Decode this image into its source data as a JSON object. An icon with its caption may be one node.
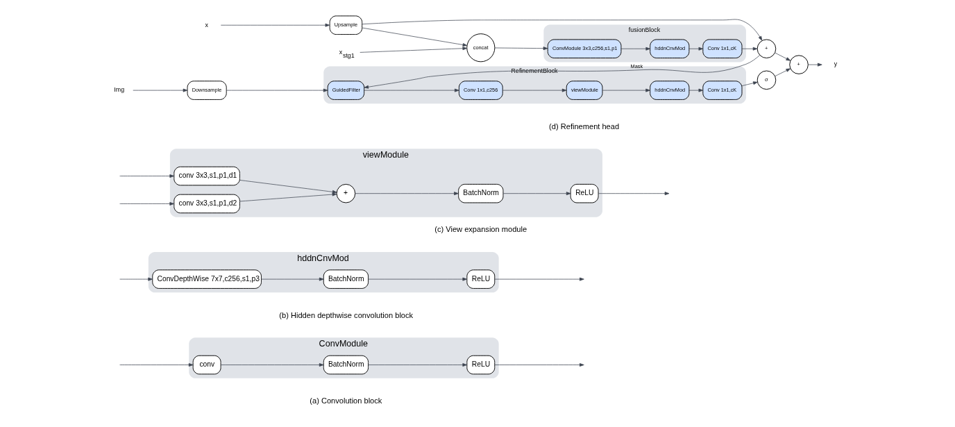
{
  "diagram": {
    "nodes": [
      {
        "text": [
          "ConvModule"
        ]
      },
      {
        "text": [
          "conv"
        ],
        "in": 0
      },
      {
        "text": [
          "BatchNorm"
        ],
        "in": 0
      },
      {
        "text": [
          "ReLU"
        ],
        "in": 0
      },
      {
        "text": [
          "hddnCnvMod"
        ]
      },
      {
        "text": [
          "ConvDepthWise 7x7,c256,s1,p3"
        ],
        "in": 4
      },
      {
        "text": [
          "BatchNorm"
        ],
        "in": 4
      },
      {
        "text": [
          "ReLU"
        ],
        "in": 4
      },
      {
        "text": [
          "viewModule"
        ]
      },
      {
        "text": [
          "conv 3x3,s1,p1,d1"
        ],
        "in": 8
      },
      {
        "text": [
          "conv 3x3,s1,p1,d2"
        ],
        "in": 8
      },
      {
        "text": [
          "+"
        ],
        "in": 8
      },
      {
        "text": [
          "BatchNorm"
        ],
        "in": 8
      },
      {
        "text": [
          "ReLU"
        ],
        "in": 8
      },
      {
        "text": [
          "x"
        ]
      },
      {
        "text": [
          "Upsample"
        ]
      },
      {
        "text": [
          "concat"
        ]
      },
      {
        "text": [
          "x$_{stg1}$"
        ]
      },
      {
        "text": [
          "fusionBlock"
        ]
      },
      {
        "text": [
          "ConvModule 3x3,c256,s1,p1"
        ],
        "in": 18
      },
      {
        "text": [
          "hddnCnvMod"
        ],
        "in": 18
      },
      {
        "text": [
          "Conv 1x1,cK"
        ],
        "in": 18
      },
      {
        "text": [
          "+"
        ]
      },
      {
        "text": [
          "+"
        ]
      },
      {
        "text": [
          "y"
        ]
      },
      {
        "text": [
          "Img"
        ]
      },
      {
        "text": [
          "Downsample"
        ]
      },
      {
        "text": [
          "RefinementBlock"
        ]
      },
      {
        "text": [
          "GuidedFilter"
        ],
        "in": 27
      },
      {
        "text": [
          "Conv 1x1,c256"
        ],
        "in": 27
      },
      {
        "text": [
          "viewModule"
        ],
        "in": 27
      },
      {
        "text": [
          "hddnCnvMod"
        ],
        "in": 27
      },
      {
        "text": [
          "Conv 1x1,cK"
        ],
        "in": 27
      },
      {
        "text": [
          "σ"
        ]
      }
    ],
    "edges": [
      {
        "from": null,
        "to": 1,
        "arrow": "to"
      },
      {
        "from": 1,
        "to": 2,
        "arrow": "to"
      },
      {
        "from": 2,
        "to": 3,
        "arrow": "to"
      },
      {
        "from": 3,
        "to": null,
        "arrow": "to"
      },
      {
        "from": null,
        "to": 5,
        "arrow": "to"
      },
      {
        "from": 5,
        "to": 6,
        "arrow": "to"
      },
      {
        "from": 6,
        "to": 7,
        "arrow": "to"
      },
      {
        "from": 7,
        "to": null,
        "arrow": "to"
      },
      {
        "from": null,
        "to": 9,
        "arrow": "to"
      },
      {
        "from": null,
        "to": 10,
        "arrow": "to"
      },
      {
        "from": 9,
        "to": 11,
        "arrow": "to"
      },
      {
        "from": 10,
        "to": 11,
        "arrow": "to"
      },
      {
        "from": 11,
        "to": 12,
        "arrow": "to"
      },
      {
        "from": 12,
        "to": 13,
        "arrow": "to"
      },
      {
        "from": 13,
        "to": null,
        "arrow": "to"
      },
      {
        "from": 14,
        "to": 15,
        "arrow": "to"
      },
      {
        "from": 15,
        "to": 16,
        "arrow": "to"
      },
      {
        "from": 15,
        "to": 22,
        "arrow": "to"
      },
      {
        "from": 17,
        "to": 16,
        "arrow": "to"
      },
      {
        "from": 16,
        "to": 19,
        "arrow": "to"
      },
      {
        "from": 19,
        "to": 20,
        "arrow": "to"
      },
      {
        "from": 20,
        "to": 21,
        "arrow": "to"
      },
      {
        "from": 21,
        "to": 22,
        "arrow": "to"
      },
      {
        "from": 22,
        "to": 23,
        "arrow": "to"
      },
      {
        "from": 23,
        "to": 24,
        "arrow": "to"
      },
      {
        "from": 22,
        "to": 28,
        "arrow": "to",
        "label": "Mask"
      },
      {
        "from": 25,
        "to": 26,
        "arrow": "to"
      },
      {
        "from": 26,
        "to": 28,
        "arrow": "to"
      },
      {
        "from": 28,
        "to": 29,
        "arrow": "to"
      },
      {
        "from": 29,
        "to": 30,
        "arrow": "to"
      },
      {
        "from": 30,
        "to": 31,
        "arrow": "to"
      },
      {
        "from": 31,
        "to": 32,
        "arrow": "to"
      },
      {
        "from": 32,
        "to": 33,
        "arrow": "to"
      },
      {
        "from": 33,
        "to": 23,
        "arrow": "to"
      }
    ],
    "labels": [
      "(a) Convolution block",
      "(b) Hidden depthwise convolution block",
      "(c) View expansion module",
      "(d) Refinement head"
    ]
  }
}
